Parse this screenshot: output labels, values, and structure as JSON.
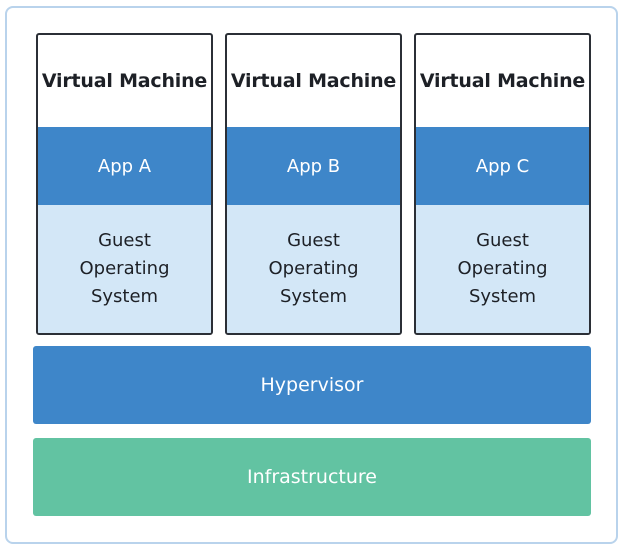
{
  "virtual_machines": [
    {
      "title": "Virtual Machine",
      "app": "App A",
      "os": "Guest Operating System"
    },
    {
      "title": "Virtual Machine",
      "app": "App B",
      "os": "Guest Operating System"
    },
    {
      "title": "Virtual Machine",
      "app": "App C",
      "os": "Guest Operating System"
    }
  ],
  "hypervisor": {
    "label": "Hypervisor"
  },
  "infrastructure": {
    "label": "Infrastructure"
  },
  "colors": {
    "app_blue": "#3e86c9",
    "os_light_blue": "#d3e7f7",
    "infrastructure_green": "#62c3a2",
    "frame_border": "#b9d3ec"
  }
}
